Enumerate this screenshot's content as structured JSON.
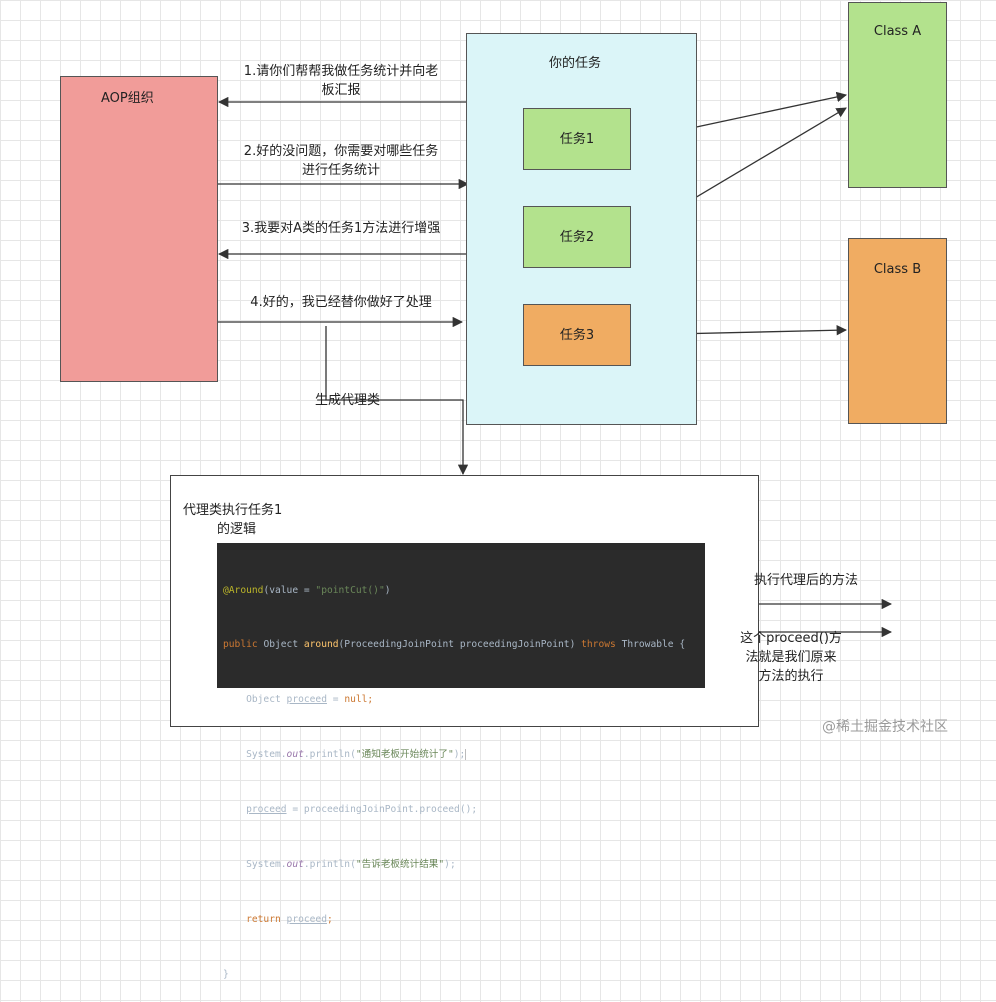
{
  "nodes": {
    "aop_org": "AOP组织",
    "your_task": "你的任务",
    "task1": "任务1",
    "task2": "任务2",
    "task3": "任务3",
    "class_a": "Class A",
    "class_b": "Class B"
  },
  "messages": {
    "m1_line1": "1.请你们帮帮我做任务统计并向老",
    "m1_line2": "板汇报",
    "m2_line1": "2.好的没问题，你需要对哪些任务",
    "m2_line2": "进行任务统计",
    "m3": "3.我要对A类的任务1方法进行增强",
    "m4": "4.好的，我已经替你做好了处理",
    "gen_proxy": "生成代理类"
  },
  "proxy_box": {
    "title_line1": "代理类执行任务1",
    "title_line2": "的逻辑"
  },
  "code": {
    "l1_annot": "@Around",
    "l1_open": "(value = ",
    "l1_str": "\"pointCut()\"",
    "l1_close": ")",
    "l2_public": "public ",
    "l2_type": "Object ",
    "l2_method": "around",
    "l2_params": "(ProceedingJoinPoint proceedingJoinPoint) ",
    "l2_throws": "throws ",
    "l2_rest": "Throwable {",
    "l3_type": "    Object ",
    "l3_var": "proceed",
    "l3_eq": " = ",
    "l3_null": "null",
    "l3_semi": ";",
    "l4_sys": "    System.",
    "l4_out": "out",
    "l4_print": ".println(",
    "l4_str": "\"通知老板开始统计了\"",
    "l4_close": ");",
    "l5_var": "proceed",
    "l5_rest": " = proceedingJoinPoint.proceed();",
    "l6_sys": "    System.",
    "l6_out": "out",
    "l6_print": ".println(",
    "l6_str": "\"告诉老板统计结果\"",
    "l6_close": ");",
    "l7_return": "return ",
    "l7_var": "proceed",
    "l7_semi": ";",
    "l8": "}"
  },
  "notes": {
    "after_proxy": "执行代理后的方法",
    "proceed_line1": "这个proceed()方",
    "proceed_line2": "法就是我们原来",
    "proceed_line3": "方法的执行"
  },
  "watermark": "@稀土掘金技术社区",
  "colors": {
    "aop_fill": "#f19c99",
    "task_panel_fill": "#dbf5f8",
    "green_fill": "#b3e28d",
    "orange_fill": "#f0ac62",
    "code_bg": "#2b2b2b"
  }
}
